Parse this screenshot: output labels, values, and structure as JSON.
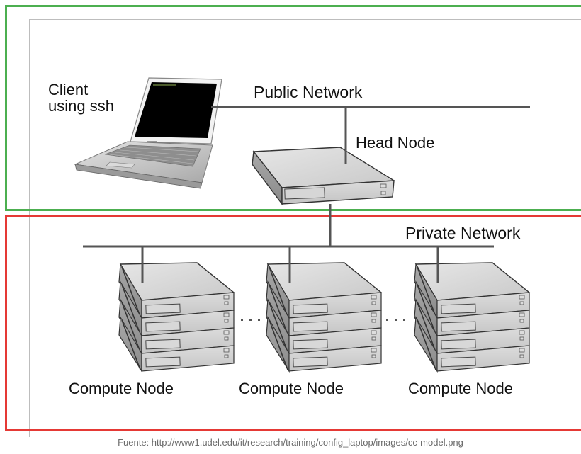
{
  "diagram": {
    "title": "Cluster computing model",
    "regions": [
      {
        "name": "public",
        "color": "#4caf50"
      },
      {
        "name": "private",
        "color": "#e53935"
      }
    ],
    "labels": {
      "client_line1": "Client",
      "client_line2": "using ssh",
      "public_network": "Public Network",
      "head_node": "Head Node",
      "private_network": "Private Network",
      "compute_nodes": [
        "Compute Node",
        "Compute Node",
        "Compute Node"
      ]
    },
    "compute_node_count": 3,
    "compute_node_units": 4,
    "ellipsis": "....",
    "icons": [
      "laptop-icon",
      "server-icon",
      "server-rack-icon"
    ]
  },
  "caption": "Fuente: http://www1.udel.edu/it/research/training/config_laptop/images/cc-model.png"
}
